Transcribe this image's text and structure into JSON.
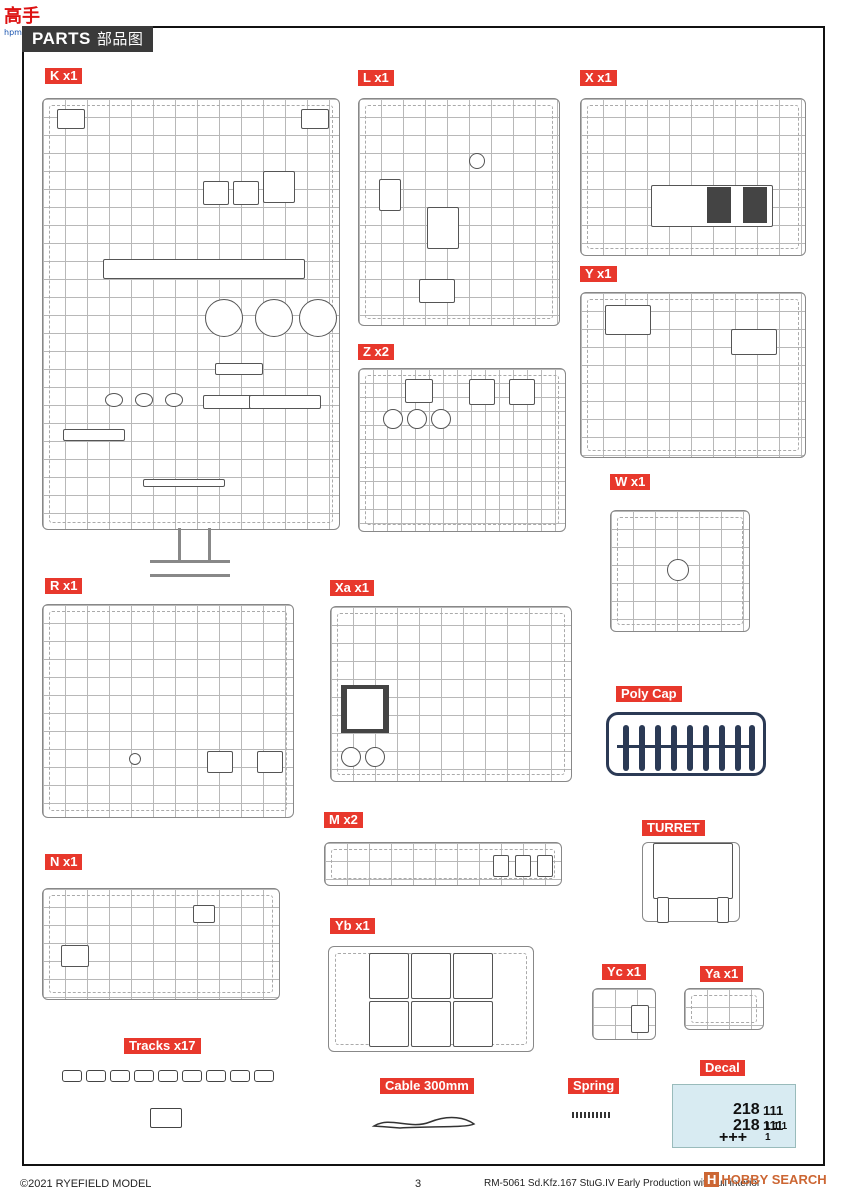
{
  "watermark": {
    "text": "高手",
    "sub": "hpmodel.com"
  },
  "header": {
    "title": "PARTS",
    "title_cn": "部品图"
  },
  "sprues": {
    "K": "K x1",
    "L": "L x1",
    "X": "X x1",
    "Y": "Y x1",
    "Z": "Z x2",
    "W": "W x1",
    "R": "R x1",
    "Xa": "Xa x1",
    "PolyCap": "Poly Cap",
    "M": "M x2",
    "N": "N x1",
    "Turret": "TURRET",
    "Yb": "Yb x1",
    "Yc": "Yc x1",
    "Ya": "Ya x1",
    "Tracks": "Tracks x17",
    "Cable": "Cable  300mm",
    "Spring": "Spring",
    "Decal": "Decal"
  },
  "decal": {
    "n1": "218",
    "n2": "111 111",
    "n3": "218",
    "n4": "1 1 1 1",
    "crosses": "+++"
  },
  "footer": {
    "copyright": "©2021 RYEFIELD MODEL",
    "page": "3",
    "product": "RM-5061 Sd.Kfz.167 StuG.IV Early Production with full interior",
    "brand_mark": "H",
    "brand_text": "HOBBY SEARCH"
  },
  "colors": {
    "label_bg": "#e8382c",
    "polycap": "#2b3a55",
    "decal_bg": "#d8ebf2"
  }
}
